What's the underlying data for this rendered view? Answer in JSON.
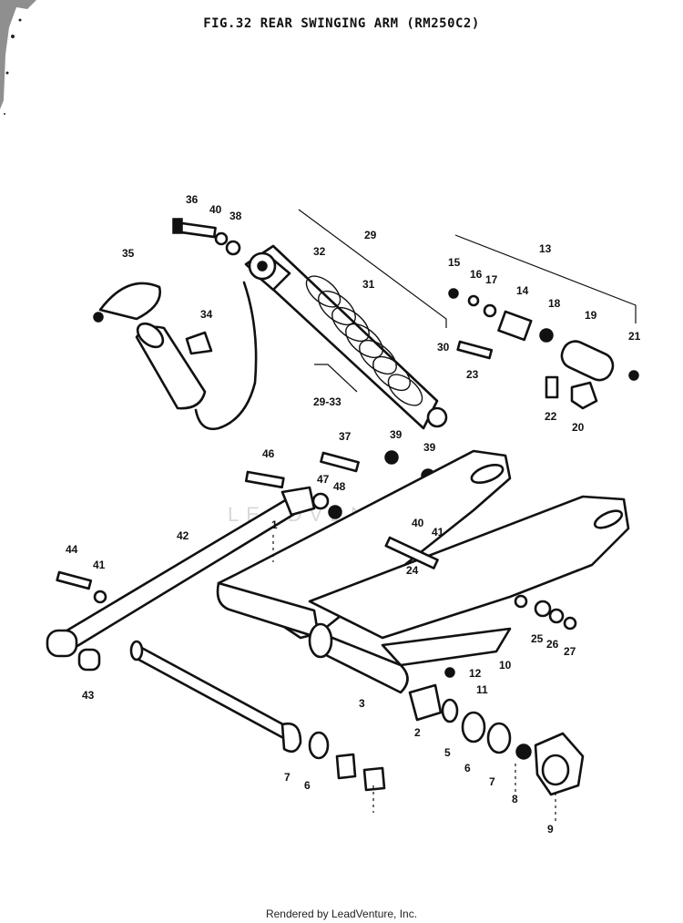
{
  "title": "FIG.32  REAR SWINGING ARM (RM250C2)",
  "footer": "Rendered by LeadVenture, Inc.",
  "watermark": "LEADVENTURE",
  "part_labels": [
    "36",
    "40",
    "38",
    "35",
    "34",
    "32",
    "29",
    "31",
    "30",
    "29-33",
    "15",
    "16",
    "17",
    "14",
    "18",
    "19",
    "13",
    "21",
    "23",
    "22",
    "20",
    "39",
    "37",
    "39",
    "46",
    "47",
    "48",
    "40",
    "41",
    "42",
    "44",
    "41",
    "24",
    "43",
    "25",
    "26",
    "27",
    "10",
    "12",
    "11",
    "3",
    "2",
    "5",
    "6",
    "7",
    "7",
    "6",
    "8",
    "9",
    "1"
  ]
}
